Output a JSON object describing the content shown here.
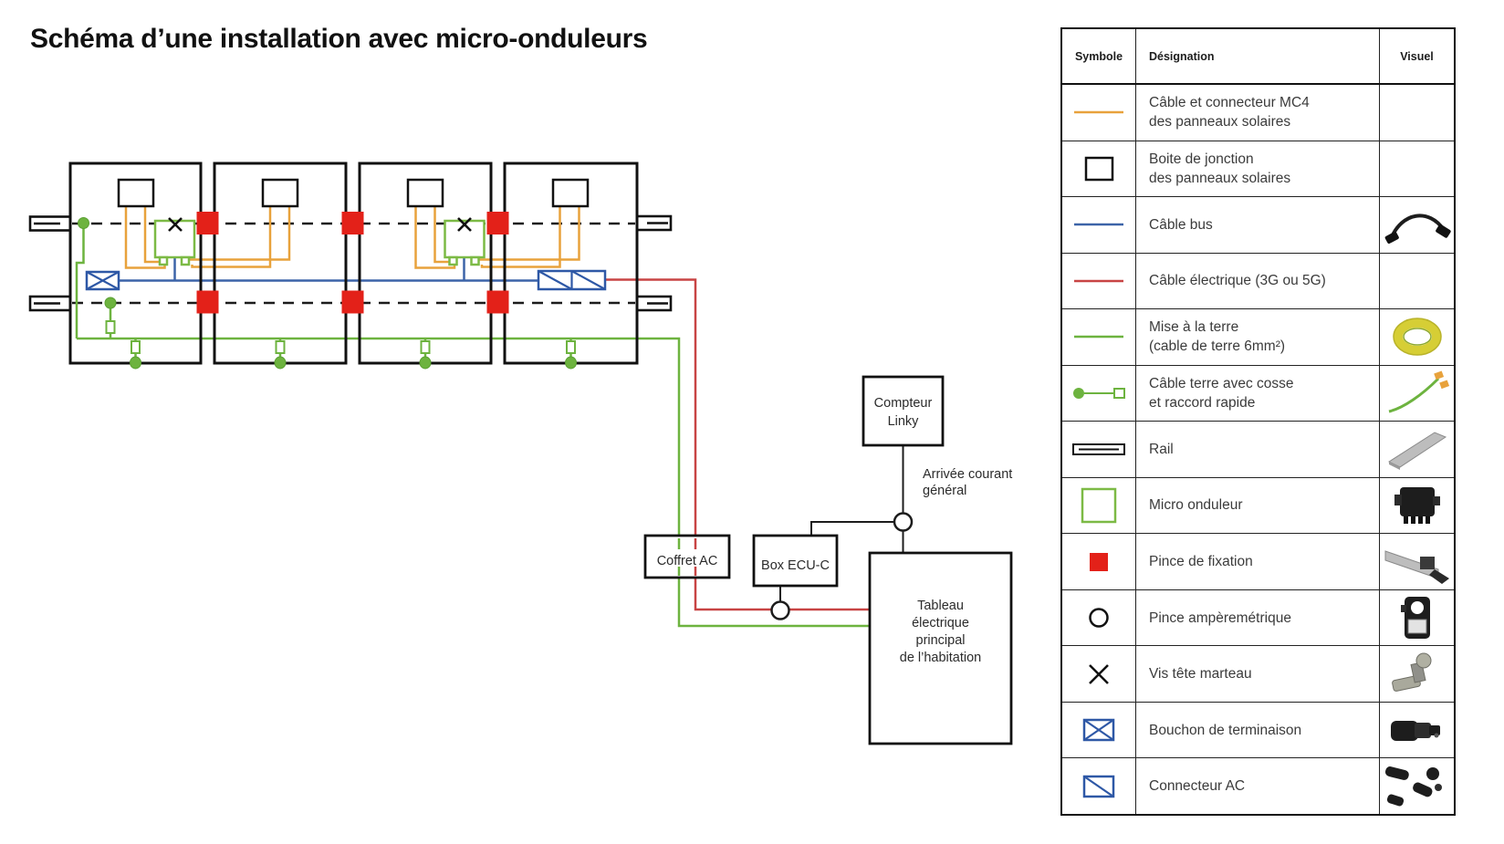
{
  "title": "Schéma d’une installation avec micro-onduleurs",
  "colors": {
    "mc4_orange": "#E8A23C",
    "bus_blue": "#3C64A8",
    "symbol_blue": "#2E58A6",
    "electric_red": "#C84444",
    "clamp_red": "#E32119",
    "earth_green": "#6DB33F",
    "micro_green": "#7CBA45",
    "line_black": "#1c1c1c"
  },
  "diagram": {
    "labels": {
      "compteur_l1": "Compteur",
      "compteur_l2": "Linky",
      "arrivee_l1": "Arrivée courant",
      "arrivee_l2": "général",
      "coffret": "Coffret AC",
      "ecu": "Box ECU-C",
      "tableau_l1": "Tableau",
      "tableau_l2": "électrique",
      "tableau_l3": "principal",
      "tableau_l4": "de l’habitation"
    }
  },
  "legend": {
    "headers": [
      "Symbole",
      "Désignation",
      "Visuel"
    ],
    "rows": [
      {
        "symbol": "mc4-cable-line",
        "line1": "Câble et connecteur MC4",
        "line2": "des panneaux solaires",
        "visual": ""
      },
      {
        "symbol": "junction-box",
        "line1": "Boite de jonction",
        "line2": "des panneaux solaires",
        "visual": ""
      },
      {
        "symbol": "bus-cable-line",
        "line1": "Câble bus",
        "visual": "bus-cable-photo"
      },
      {
        "symbol": "electric-cable-line",
        "line1": "Câble électrique (3G ou 5G)",
        "visual": ""
      },
      {
        "symbol": "earth-cable-line",
        "line1": "Mise à la terre",
        "line2": "(cable de terre 6mm²)",
        "visual": "earth-coil-photo"
      },
      {
        "symbol": "earth-lug-cable",
        "line1": "Câble terre avec cosse",
        "line2": "et raccord rapide",
        "visual": "earth-lug-photo"
      },
      {
        "symbol": "rail",
        "line1": "Rail",
        "visual": "rail-photo"
      },
      {
        "symbol": "micro-inverter",
        "line1": "Micro onduleur",
        "visual": "micro-inverter-photo"
      },
      {
        "symbol": "fixing-clamp",
        "line1": "Pince de fixation",
        "visual": "fixing-clamp-photo"
      },
      {
        "symbol": "current-clamp",
        "line1": "Pince ampèremétrique",
        "visual": "current-clamp-photo"
      },
      {
        "symbol": "hammer-head-screw",
        "line1": "Vis tête marteau",
        "visual": "hammer-screw-photo"
      },
      {
        "symbol": "termination-cap",
        "line1": "Bouchon de terminaison",
        "visual": "termination-cap-photo"
      },
      {
        "symbol": "ac-connector",
        "line1": "Connecteur AC",
        "visual": "ac-connector-photo"
      }
    ]
  }
}
